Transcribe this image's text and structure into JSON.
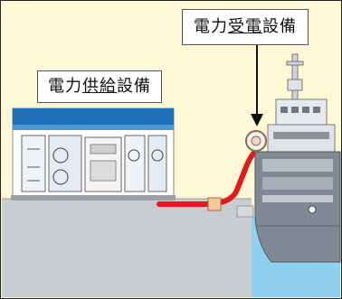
{
  "labels": {
    "supply_prefix": "電力",
    "supply_underlined": "供給",
    "supply_suffix": "設備",
    "receive_prefix": "電力",
    "receive_underlined": "受電",
    "receive_suffix": "設備"
  },
  "colors": {
    "background": "#fff8d6",
    "cable": "#e11b1b",
    "building_blue": "#1f6fb8",
    "water": "#8fd0f0",
    "ground": "#c9ccd0",
    "ship_hull": "#7f8a94"
  }
}
